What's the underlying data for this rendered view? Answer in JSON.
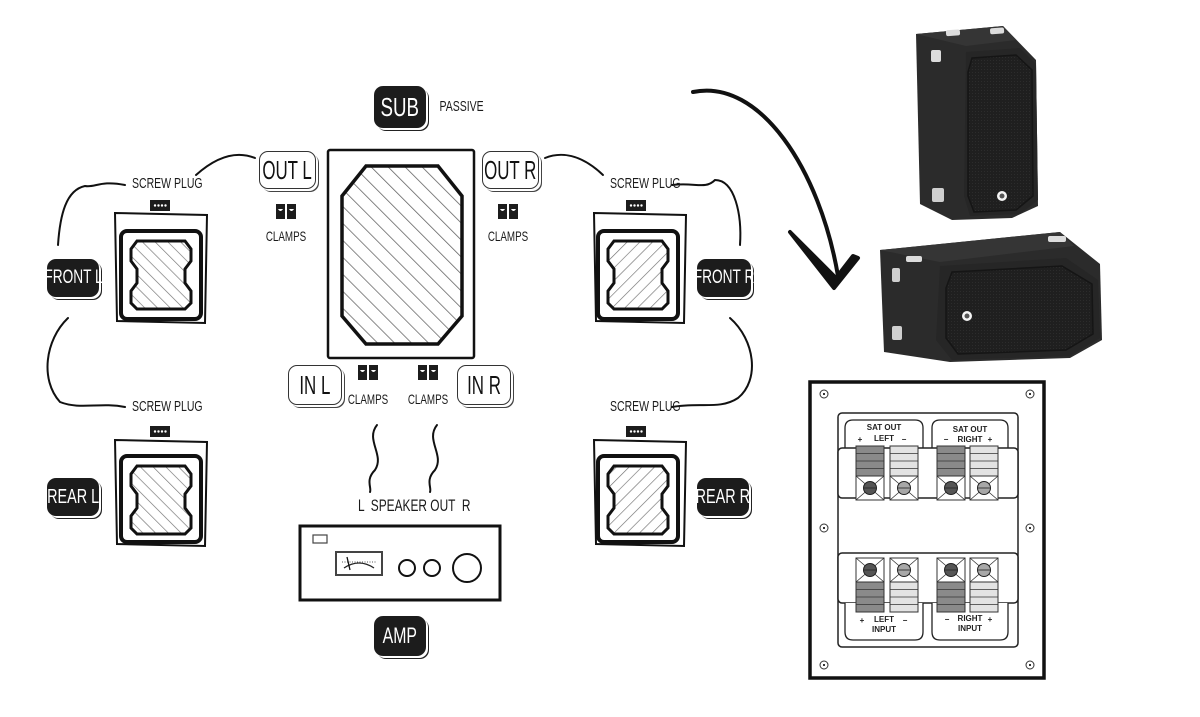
{
  "diagram": {
    "sub": {
      "label": "SUB",
      "type": "PASSIVE"
    },
    "outputs": {
      "left": "OUT L",
      "right": "OUT R"
    },
    "inputs": {
      "left": "IN L",
      "right": "IN R"
    },
    "clamps_label": "CLAMPS",
    "screw_plug_label": "SCREW PLUG",
    "satellites": {
      "front_left": "FRONT L",
      "front_right": "FRONT R",
      "rear_left": "REAR L",
      "rear_right": "REAR R"
    },
    "amp": {
      "label": "AMP",
      "speaker_out_label": "L  SPEAKER OUT  R"
    },
    "terminal_panel": {
      "sat_out_left": {
        "title": "SAT OUT",
        "side": "LEFT",
        "plus": "+",
        "minus": "−"
      },
      "sat_out_right": {
        "title": "SAT OUT",
        "side": "RIGHT",
        "plus": "+",
        "minus": "−"
      },
      "left_input": {
        "side": "LEFT",
        "title": "INPUT",
        "plus": "+",
        "minus": "−"
      },
      "right_input": {
        "side": "RIGHT",
        "title": "INPUT",
        "plus": "+",
        "minus": "−"
      },
      "colors": {
        "positive": "#8a8a8a",
        "negative": "#e3e3e3",
        "positive_knob": "#555555",
        "negative_knob": "#a8a8a8"
      }
    },
    "product_photos": [
      "subwoofer-upright",
      "subwoofer-horizontal"
    ]
  }
}
